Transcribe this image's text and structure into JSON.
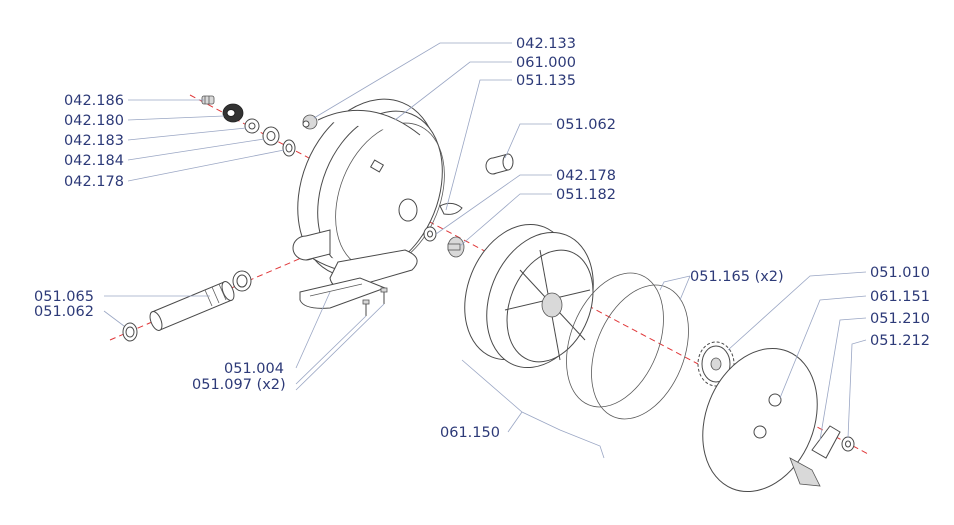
{
  "colors": {
    "label": "#2d3a78",
    "leader": "#9aa6c4",
    "axis": "#e0383a",
    "line": "#4a4a4a"
  },
  "labels": {
    "p042_186": "042.186",
    "p042_180": "042.180",
    "p042_183": "042.183",
    "p042_184": "042.184",
    "p042_178_left": "042.178",
    "p042_133": "042.133",
    "p061_000": "061.000",
    "p051_135": "051.135",
    "p051_062_right": "051.062",
    "p042_178_right": "042.178",
    "p051_182": "051.182",
    "p051_065": "051.065",
    "p051_062_left": "051.062",
    "p051_004": "051.004",
    "p051_097": "051.097 (x2)",
    "p051_165": "051.165 (x2)",
    "p061_150": "061.150",
    "p051_010": "051.010",
    "p061_151": "061.151",
    "p051_210": "051.210",
    "p051_212": "051.212"
  }
}
